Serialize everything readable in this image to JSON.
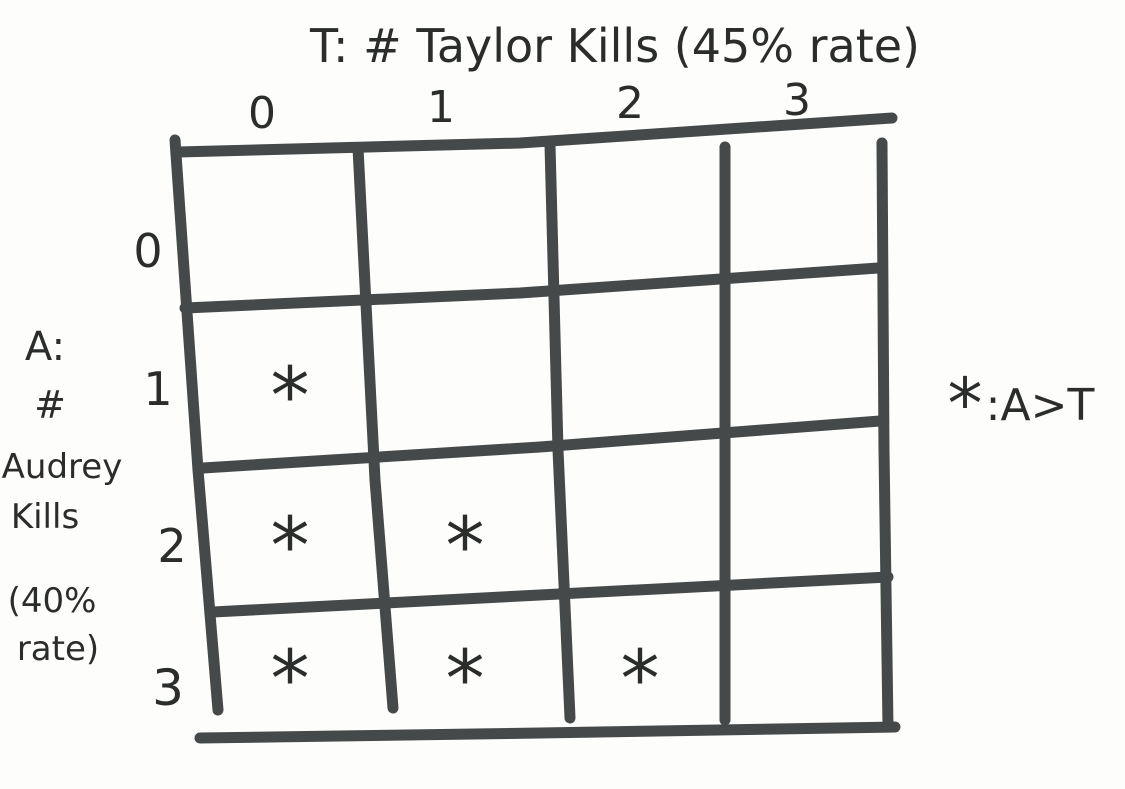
{
  "top_title": "T: # Taylor Kills (45% rate)",
  "column_labels": [
    "0",
    "1",
    "2",
    "3"
  ],
  "row_labels": [
    "0",
    "1",
    "2",
    "3"
  ],
  "left_title_lines": [
    "A:",
    "#",
    "Audrey",
    "Kills",
    "(40%",
    "rate)"
  ],
  "legend": {
    "symbol": "*",
    "text": ":A>T"
  },
  "asterisk_symbol": "*",
  "marked_cells": [
    {
      "row": 1,
      "col": 0
    },
    {
      "row": 2,
      "col": 0
    },
    {
      "row": 2,
      "col": 1
    },
    {
      "row": 3,
      "col": 0
    },
    {
      "row": 3,
      "col": 1
    },
    {
      "row": 3,
      "col": 2
    }
  ],
  "colors": {
    "ink": "#2a2d2c",
    "paper": "#fdfdfb"
  }
}
